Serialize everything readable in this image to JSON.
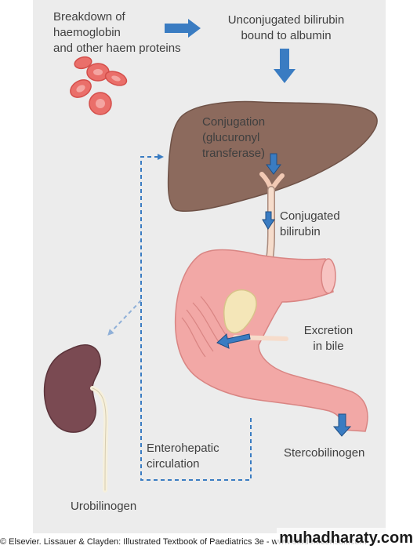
{
  "labels": {
    "breakdown": [
      "Breakdown of",
      "haemoglobin",
      "and other haem proteins"
    ],
    "unconjugated": [
      "Unconjugated bilirubin",
      "bound to albumin"
    ],
    "conjugation": [
      "Conjugation",
      "(glucuronyl",
      "transferase)"
    ],
    "conjugated": [
      "Conjugated",
      "bilirubin"
    ],
    "excretion": [
      "Excretion",
      "in bile"
    ],
    "stercobilinogen": "Stercobilinogen",
    "enterohepatic": [
      "Enterohepatic",
      "circulation"
    ],
    "urobilinogen": "Urobilinogen"
  },
  "footer": {
    "credit": "© Elsevier. Lissauer & Clayden: Illustrated Textbook of Paediatrics 3e - www.studentconsult.com",
    "watermark": "muhadharaty.com"
  },
  "colors": {
    "arrow": "#3a7cc2",
    "liver": "#8c6a5d",
    "intestine": "#f2a8a6",
    "kidney": "#7a4a52",
    "rbc": "#ea6f6a",
    "text": "#3f3f3f"
  }
}
